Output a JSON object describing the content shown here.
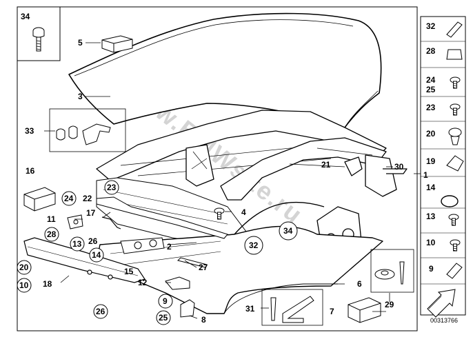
{
  "diagram_code": "00313766",
  "watermark": "www.BMWsite.ru",
  "callouts": [
    "1",
    "2",
    "3",
    "4",
    "5",
    "6",
    "7",
    "8",
    "9",
    "10",
    "11",
    "12",
    "13",
    "14",
    "15",
    "16",
    "17",
    "18",
    "20",
    "21",
    "22",
    "23",
    "24",
    "25",
    "26",
    "27",
    "28",
    "29",
    "30",
    "31",
    "32",
    "33",
    "34"
  ],
  "legend": [
    "32",
    "28",
    "24",
    "25",
    "23",
    "20",
    "19",
    "14",
    "13",
    "10",
    "9"
  ]
}
